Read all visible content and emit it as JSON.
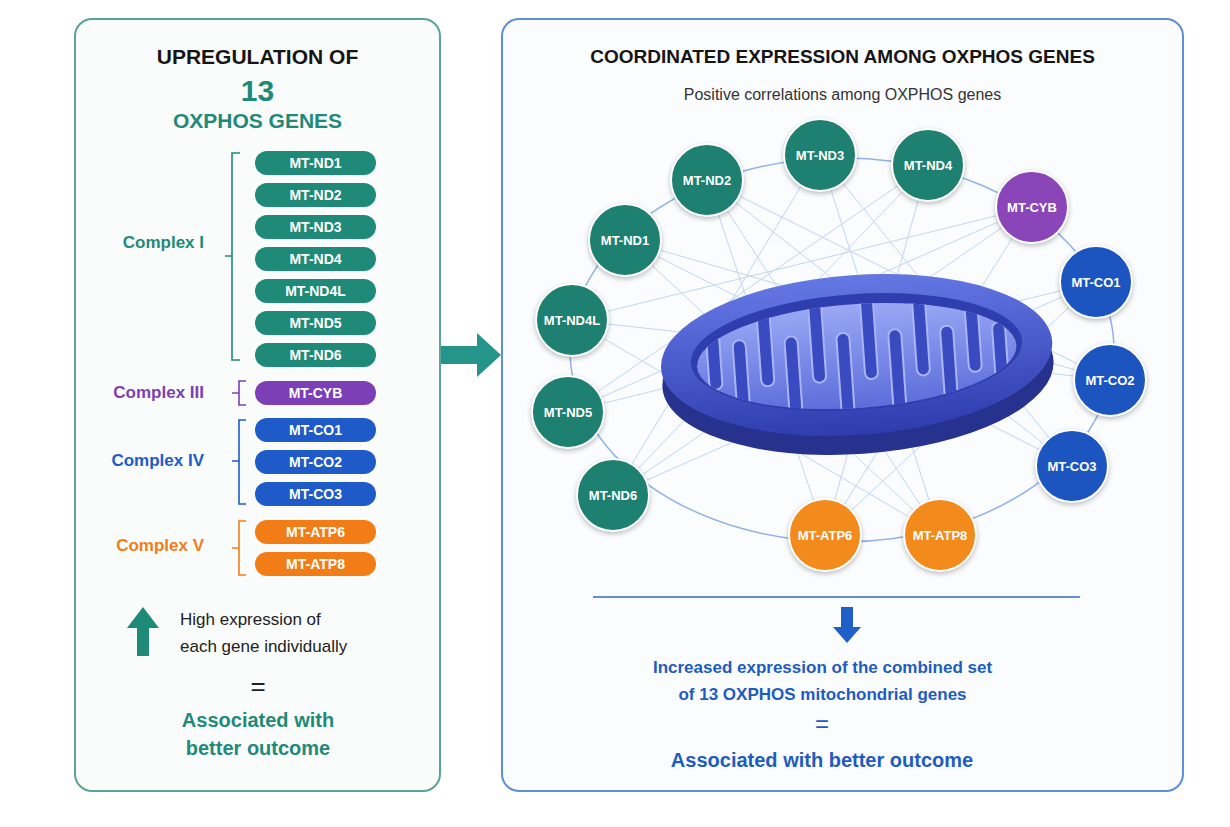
{
  "diagram": {
    "nodes": [
      {
        "text": [
          "UPREGULATION OF",
          "13",
          "OXPHOS GENES",
          "High expression of each gene individually",
          "=",
          "Associated with better outcome"
        ]
      },
      {
        "text": [
          "MT-ND1"
        ],
        "in": 0
      },
      {
        "text": [
          "MT-ND2"
        ],
        "in": 0
      },
      {
        "text": [
          "MT-ND3"
        ],
        "in": 0
      },
      {
        "text": [
          "MT-ND4"
        ],
        "in": 0
      },
      {
        "text": [
          "MT-ND4L"
        ],
        "in": 0
      },
      {
        "text": [
          "MT-ND5"
        ],
        "in": 0
      },
      {
        "text": [
          "MT-ND6"
        ],
        "in": 0
      },
      {
        "text": [
          "MT-CYB"
        ],
        "in": 0
      },
      {
        "text": [
          "MT-CO1"
        ],
        "in": 0
      },
      {
        "text": [
          "MT-CO2"
        ],
        "in": 0
      },
      {
        "text": [
          "MT-CO3"
        ],
        "in": 0
      },
      {
        "text": [
          "MT-ATP6"
        ],
        "in": 0
      },
      {
        "text": [
          "MT-ATP8"
        ],
        "in": 0
      },
      {
        "text": [
          "COORDINATED EXPRESSION AMONG OXPHOS GENES",
          "Positive correlations among OXPHOS genes",
          "Increased expression of the combined set of 13 OXPHOS mitochondrial genes",
          "=",
          "Associated with better outcome"
        ]
      },
      {
        "text": [
          "MT-ND1"
        ],
        "in": 14
      },
      {
        "text": [
          "MT-ND2"
        ],
        "in": 14
      },
      {
        "text": [
          "MT-ND3"
        ],
        "in": 14
      },
      {
        "text": [
          "MT-ND4"
        ],
        "in": 14
      },
      {
        "text": [
          "MT-CYB"
        ],
        "in": 14
      },
      {
        "text": [
          "MT-CO1"
        ],
        "in": 14
      },
      {
        "text": [
          "MT-CO2"
        ],
        "in": 14
      },
      {
        "text": [
          "MT-CO3"
        ],
        "in": 14
      },
      {
        "text": [
          "MT-ATP8"
        ],
        "in": 14
      },
      {
        "text": [
          "MT-ATP6"
        ],
        "in": 14
      },
      {
        "text": [
          "MT-ND6"
        ],
        "in": 14
      },
      {
        "text": [
          "MT-ND5"
        ],
        "in": 14
      },
      {
        "text": [
          "MT-ND4L"
        ],
        "in": 14
      }
    ],
    "edges": [
      {
        "from": 0,
        "to": 14,
        "arrow": "to"
      }
    ],
    "labels": [
      "Complex I",
      "Complex III",
      "Complex IV",
      "Complex V"
    ]
  }
}
